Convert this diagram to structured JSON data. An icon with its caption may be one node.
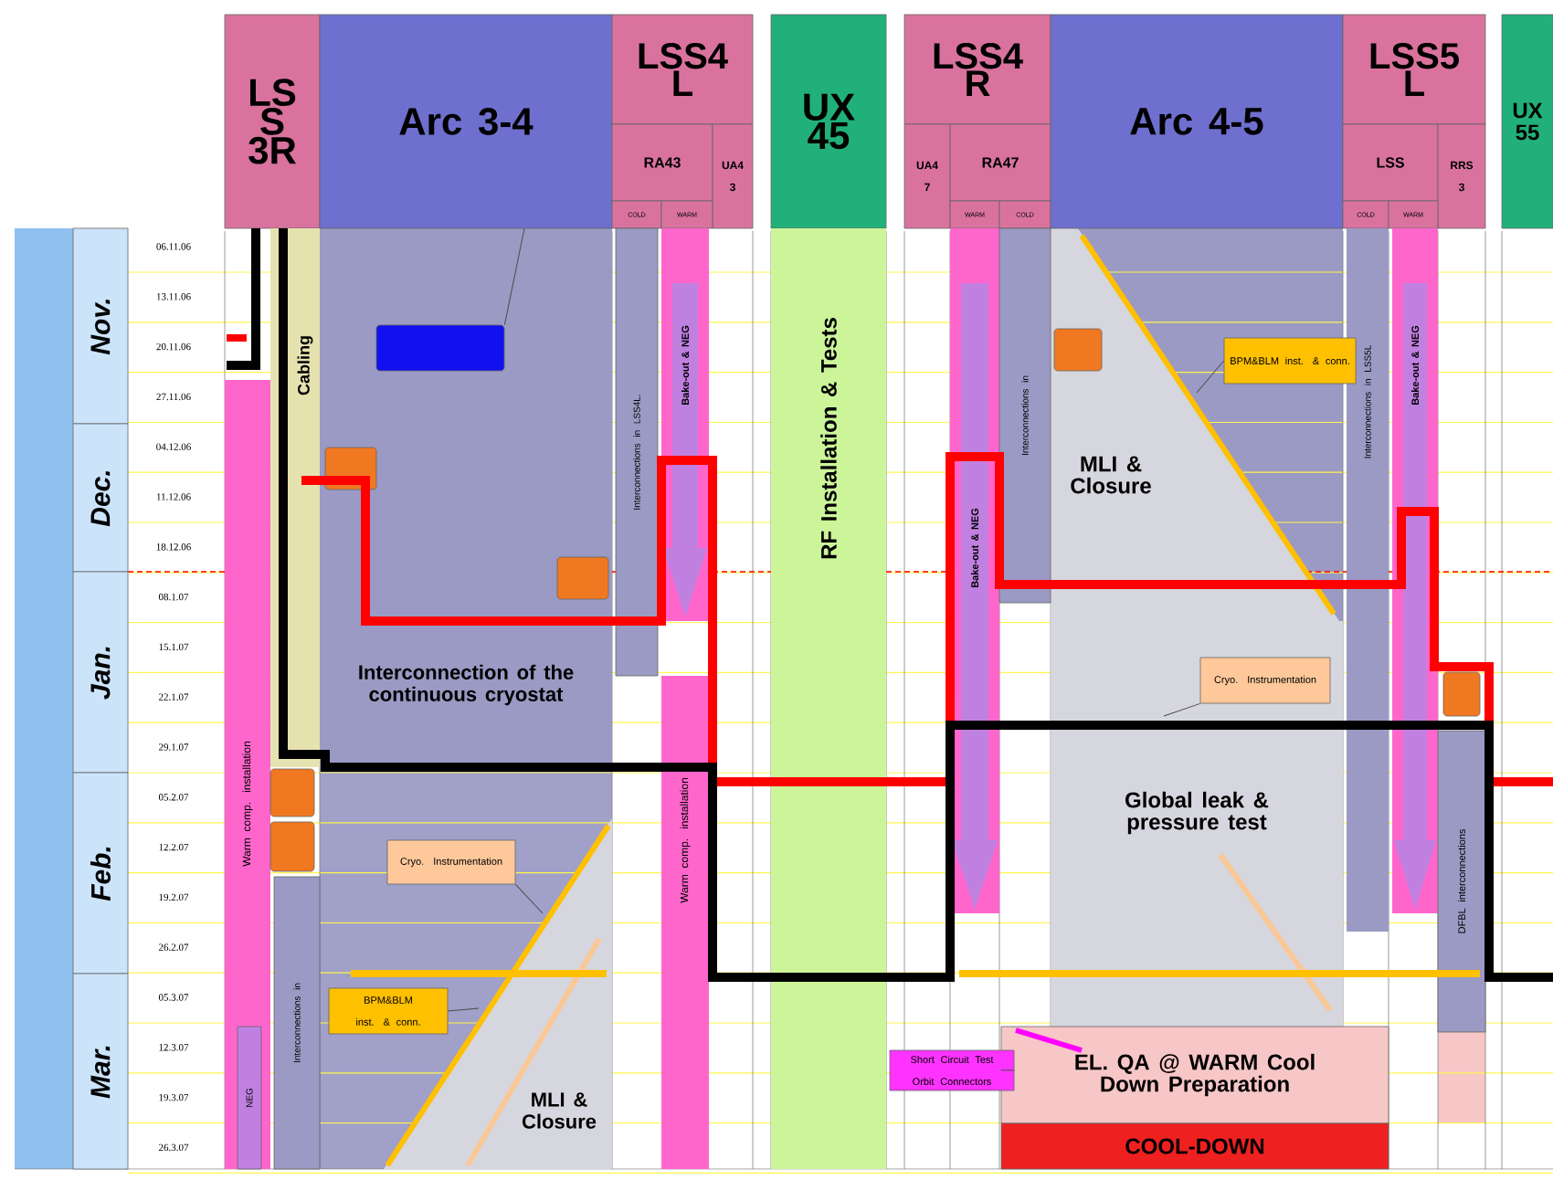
{
  "diagram": {
    "nodes": [
      {
        "text": [
          "LS S 3R"
        ]
      },
      {
        "text": [
          "Arc 3-4"
        ]
      },
      {
        "text": [
          "LSS4 L"
        ]
      },
      {
        "text": [
          "RA43"
        ]
      },
      {
        "text": [
          "UA4 3"
        ]
      },
      {
        "text": [
          "COLD"
        ]
      },
      {
        "text": [
          "WARM"
        ]
      },
      {
        "text": [
          "UX 45"
        ]
      },
      {
        "text": [
          "LSS4 R"
        ]
      },
      {
        "text": [
          "UA4 7"
        ]
      },
      {
        "text": [
          "RA47"
        ]
      },
      {
        "text": [
          "WARM"
        ]
      },
      {
        "text": [
          "COLD"
        ]
      },
      {
        "text": [
          "Arc 4-5"
        ]
      },
      {
        "text": [
          "LSS5 L"
        ]
      },
      {
        "text": [
          "LSS"
        ]
      },
      {
        "text": [
          "RRS 3"
        ]
      },
      {
        "text": [
          "COLD"
        ]
      },
      {
        "text": [
          "WARM"
        ]
      },
      {
        "text": [
          "UX 55"
        ]
      },
      {
        "text": [
          "Nov."
        ]
      },
      {
        "text": [
          "Dec."
        ]
      },
      {
        "text": [
          "Jan."
        ]
      },
      {
        "text": [
          "Feb."
        ]
      },
      {
        "text": [
          "Mar."
        ]
      },
      {
        "text": [
          "Warm comp. installation"
        ]
      },
      {
        "text": [
          "NEG"
        ],
        "in": 25
      },
      {
        "text": [
          "Cabling"
        ]
      },
      {
        "text": [
          "Interconnections in"
        ]
      },
      {
        "text": [],
        "shape": "box",
        "in": 32
      },
      {
        "text": [],
        "shape": "box"
      },
      {
        "text": [],
        "shape": "box"
      },
      {
        "text": [
          "Interconnection of the continuous cryostat"
        ]
      },
      {
        "text": [],
        "shape": "box",
        "in": 32
      },
      {
        "text": [],
        "shape": "box",
        "in": 32
      },
      {
        "text": [
          "Cryo. Instrumentation"
        ]
      },
      {
        "text": [
          "BPM&BLM inst. & conn."
        ]
      },
      {
        "text": [
          "MLI & Closure"
        ]
      },
      {
        "text": [
          "Interconnections in LSS4L."
        ]
      },
      {
        "text": [
          "Bake-out & NEG"
        ]
      },
      {
        "text": [
          "Warm comp. installation"
        ]
      },
      {
        "text": [
          "RF Installation & Tests"
        ]
      },
      {
        "text": [
          "Bake-out & NEG"
        ]
      },
      {
        "text": [
          "Interconnections in"
        ]
      },
      {
        "text": [],
        "shape": "box",
        "in": 45
      },
      {
        "text": [
          "MLI & Closure"
        ]
      },
      {
        "text": [
          "BPM&BLM inst. & conn."
        ]
      },
      {
        "text": [
          "Cryo. Instrumentation"
        ],
        "in": 48
      },
      {
        "text": [
          "Global leak & pressure test"
        ]
      },
      {
        "text": [
          "Interconnections in LSS5L"
        ]
      },
      {
        "text": [
          "Bake-out & NEG"
        ]
      },
      {
        "text": [],
        "shape": "box"
      },
      {
        "text": [
          "DFBL interconnections"
        ]
      },
      {
        "text": [
          "EL. QA @ WARM Cool Down Preparation"
        ]
      },
      {
        "text": [
          "COOL-DOWN"
        ]
      },
      {
        "text": [
          "Short Circuit Test Orbit Connectors"
        ]
      }
    ],
    "edges": [
      {
        "from": 33,
        "to": 1,
        "arrow": "none"
      },
      {
        "from": 35,
        "to": 37,
        "arrow": "none"
      },
      {
        "from": 36,
        "to": 37,
        "arrow": "none"
      },
      {
        "from": 46,
        "to": 45,
        "arrow": "none"
      },
      {
        "from": 47,
        "to": 48,
        "arrow": "none"
      },
      {
        "from": 55,
        "to": 53,
        "arrow": "none"
      }
    ],
    "labels": [
      "06.11.06",
      "13.11.06",
      "20.11.06",
      "27.11.06",
      "04.12.06",
      "11.12.06",
      "18.12.06",
      "08.1.07",
      "15.1.07",
      "22.1.07",
      "29.1.07",
      "05.2.07",
      "12.2.07",
      "19.2.07",
      "26.2.07",
      "05.3.07",
      "12.3.07",
      "19.3.07",
      "26.3.07"
    ]
  }
}
